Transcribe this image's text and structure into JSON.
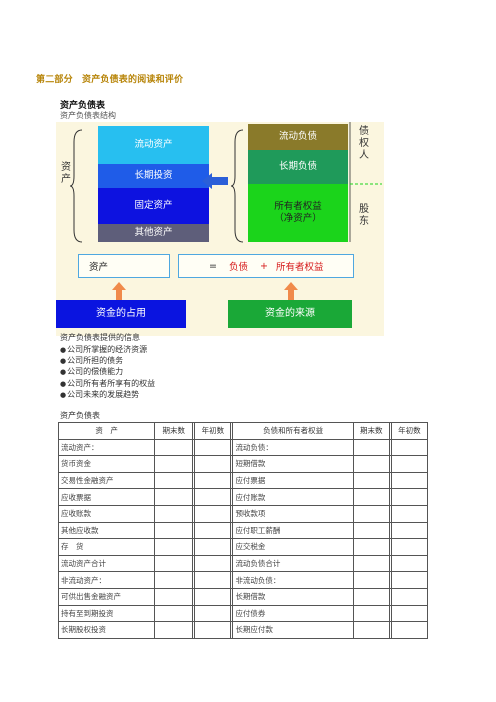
{
  "section_title": "第二部分　资产负债表的阅读和评价",
  "heading": "资产负债表",
  "subheading": "资产负债表结构",
  "diagram": {
    "left_label": "资产",
    "left_blocks": [
      "流动资产",
      "长期投资",
      "固定资产",
      "其他资产"
    ],
    "right_blocks": [
      "流动负债",
      "长期负债",
      "所有者权益",
      "（净资产）"
    ],
    "creditor_label": "债权人",
    "shareholder_label": "股东",
    "formula_left": "资产",
    "formula_eq": "=",
    "formula_liab": "负债",
    "formula_plus": "+",
    "formula_equity": "所有者权益",
    "bottom_left": "资金的占用",
    "bottom_right": "资金的来源",
    "colors": {
      "bg": "#fbf6df",
      "current_assets": "#27bff0",
      "long_invest": "#1f5ce8",
      "fixed_assets": "#0d12e0",
      "other_assets": "#5e5e7a",
      "current_liab": "#8a7a2a",
      "long_liab": "#1f9a5a",
      "equity": "#1bd41b",
      "arrow": "#2b5fd8",
      "up_arrow": "#f08a4a",
      "source": "#1aa837",
      "use": "#0a14e0"
    }
  },
  "info_title": "资产负债表提供的信息",
  "info_items": [
    "公司所掌握的经济资源",
    "公司所担的债务",
    "公司的偿债能力",
    "公司所有者所享有的权益",
    "公司未来的发展趋势"
  ],
  "table_title": "资产负债表",
  "table": {
    "headers": [
      "资　产",
      "期末数",
      "年初数",
      "负债和所有者权益",
      "期末数",
      "年初数"
    ],
    "rows": [
      [
        "流动资产：",
        "流动负债："
      ],
      [
        "货币资金",
        "短期借款"
      ],
      [
        "交易性金融资产",
        "应付票据"
      ],
      [
        "应收票据",
        "应付账款"
      ],
      [
        "应收账款",
        "预收款项"
      ],
      [
        "其他应收款",
        "应付职工薪酬"
      ],
      [
        "存　货",
        "应交税金"
      ],
      [
        "流动资产合计",
        "流动负债合计"
      ],
      [
        "非流动资产：",
        "非流动负债："
      ],
      [
        "可供出售金融资产",
        "长期借款"
      ],
      [
        "持有至到期投资",
        "应付债券"
      ],
      [
        "长期股权投资",
        "长期应付款"
      ]
    ]
  }
}
